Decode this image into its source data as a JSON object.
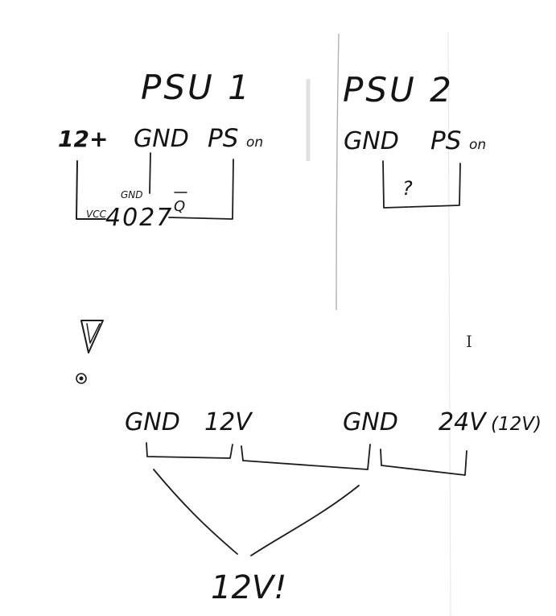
{
  "psu1": {
    "title": "PSU 1",
    "pin_12": "12+",
    "pin_gnd": "GND",
    "pin_ps": "PS",
    "pin_ps_suffix": "on",
    "chip": {
      "vcc": "VCC",
      "gnd": "GND",
      "part": "4027",
      "output": "Q"
    }
  },
  "psu2": {
    "title": "PSU 2",
    "pin_gnd": "GND",
    "pin_ps": "PS",
    "pin_ps_suffix": "on",
    "unknown": "?"
  },
  "bottom": {
    "psu1_gnd": "GND",
    "psu1_12v": "12V",
    "psu2_gnd": "GND",
    "psu2_24v": "24V",
    "psu2_alt": "(12V)",
    "result": "12V!"
  },
  "colors": {
    "ink": "#1c1c1c",
    "paper": "#ffffff",
    "fold_line": "#c8c8c8"
  },
  "icons": {
    "mouse_cursor": "text-cursor-icon",
    "corner_mark": "pencil-check-icon",
    "small_circle": "circle-mark-icon"
  }
}
